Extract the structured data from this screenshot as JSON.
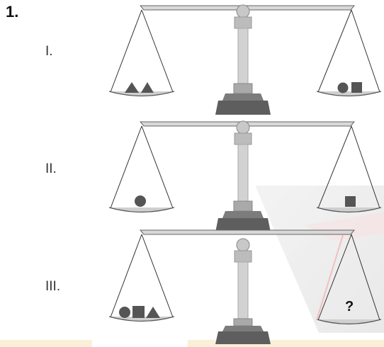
{
  "question_number": "1.",
  "scales": [
    {
      "label": "I.",
      "left_pan": [
        "triangle",
        "triangle"
      ],
      "right_pan": [
        "circle",
        "square"
      ]
    },
    {
      "label": "II.",
      "left_pan": [
        "circle"
      ],
      "right_pan": [
        "square"
      ]
    },
    {
      "label": "III.",
      "left_pan": [
        "circle",
        "square",
        "triangle"
      ],
      "right_pan": []
    }
  ],
  "unknown_marker": "?",
  "colors": {
    "shape_fill": "#555555",
    "stand": "#6e6e6e",
    "line": "#333333",
    "pan": "#cfcfcf"
  }
}
